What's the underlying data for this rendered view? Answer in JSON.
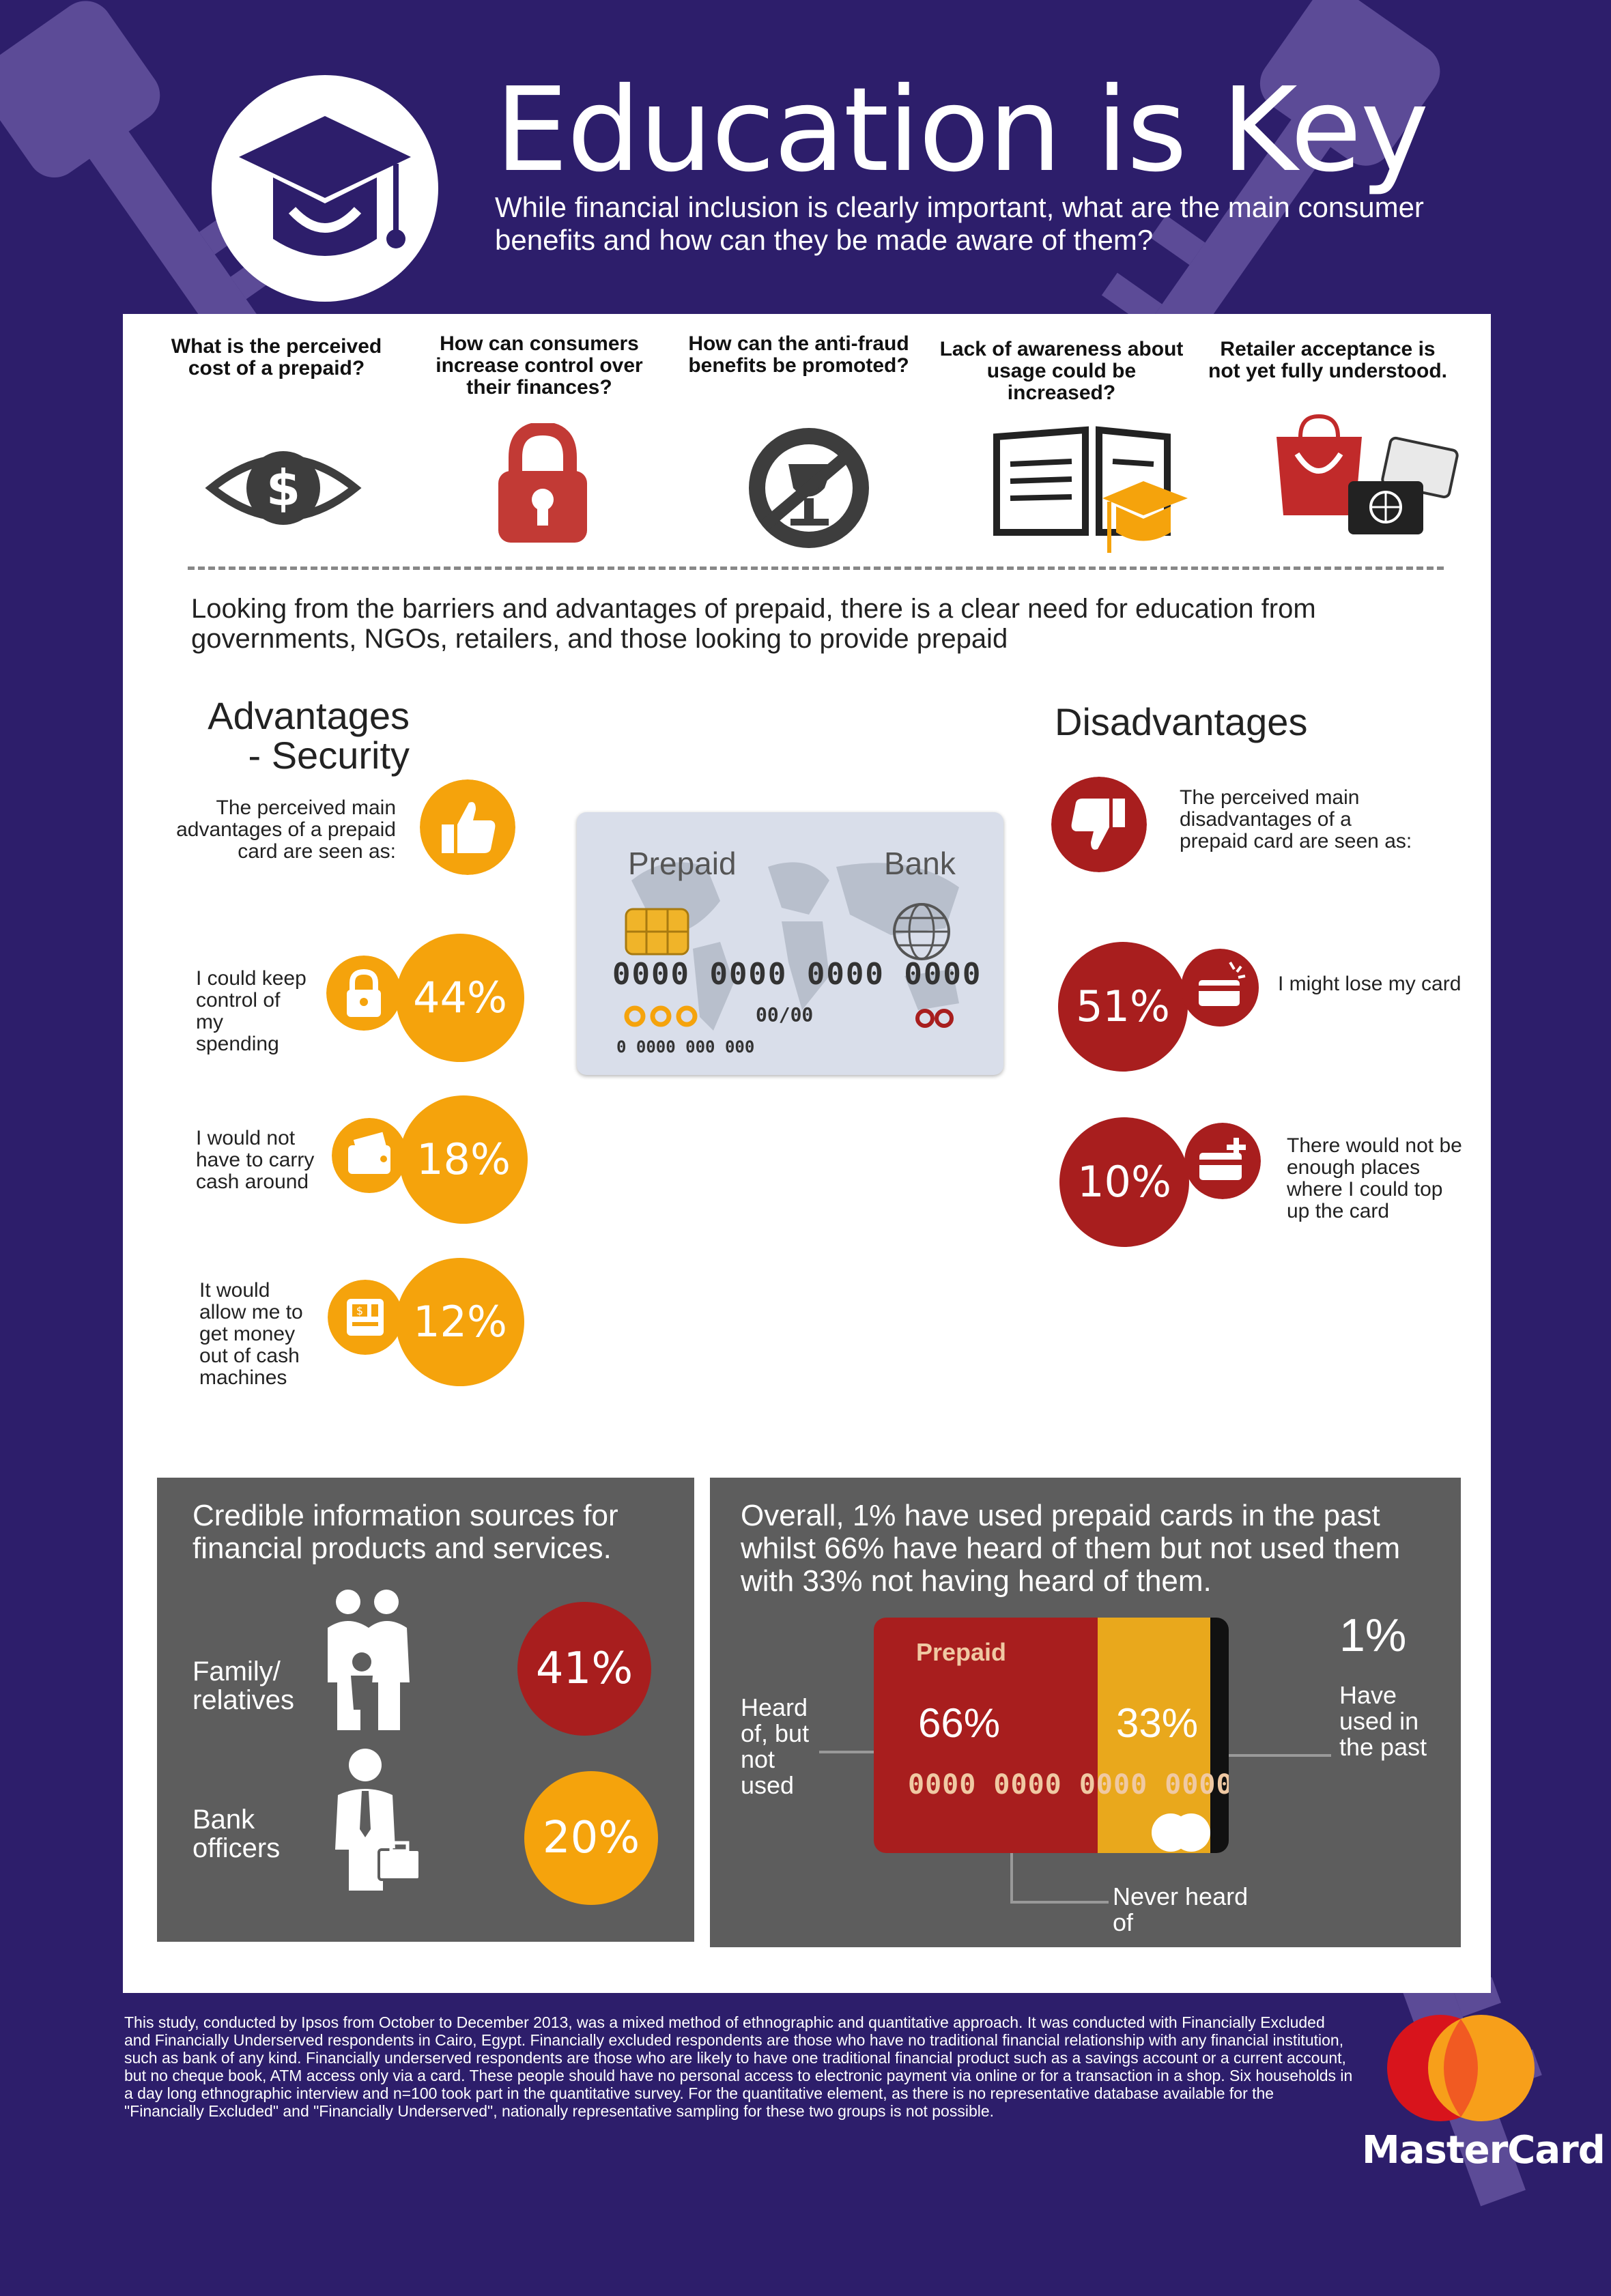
{
  "header": {
    "title": "Education is Key",
    "subtitle": "While financial inclusion is clearly important, what are the main consumer benefits and how can they be made aware of them?"
  },
  "questions": [
    {
      "text": "What is the perceived cost of a prepaid?",
      "icon": "eye-dollar-icon"
    },
    {
      "text": "How can consumers increase control over their finances?",
      "icon": "padlock-icon"
    },
    {
      "text": "How can the anti-fraud benefits be promoted?",
      "icon": "no-fraud-icon"
    },
    {
      "text": "Lack of awareness about usage could be increased?",
      "icon": "book-graduation-icon"
    },
    {
      "text": "Retailer acceptance is not yet fully understood.",
      "icon": "shopping-bag-card-icon"
    }
  ],
  "intro": "Looking from the barriers and advantages of prepaid, there is a clear need for education from governments, NGOs, retailers, and those looking to provide prepaid",
  "advantages": {
    "title_line1": "Advantages",
    "title_line2": "- Security",
    "note": "The perceived main advantages of a prepaid card are seen as:",
    "items": [
      {
        "label": "I could keep control of my spending",
        "value": "44%",
        "icon": "lock-icon"
      },
      {
        "label": "I would not have to carry cash around",
        "value": "18%",
        "icon": "wallet-icon"
      },
      {
        "label": "It would allow me to get money out of cash machines",
        "value": "12%",
        "icon": "atm-icon"
      }
    ]
  },
  "disadvantages": {
    "title": "Disadvantages",
    "note": "The perceived main disadvantages of a prepaid card are seen as:",
    "items": [
      {
        "label": "I might lose my card",
        "value": "51%",
        "icon": "lost-card-icon"
      },
      {
        "label": "There would not be enough places where I could top up the card",
        "value": "10%",
        "icon": "card-plus-icon"
      }
    ]
  },
  "card": {
    "prepaid": "Prepaid",
    "bank": "Bank",
    "number": "0000 0000 0000 0000",
    "expiry": "00/00",
    "small_number": "0 0000 000 000"
  },
  "sources": {
    "title": "Credible information sources for financial products and services.",
    "items": [
      {
        "label_line1": "Family/",
        "label_line2": "relatives",
        "value": "41%"
      },
      {
        "label_line1": "Bank",
        "label_line2": "officers",
        "value": "20%"
      }
    ]
  },
  "usage": {
    "title": "Overall, 1% have used prepaid cards in the past whilst 66% have heard of them but not used them with 33% not having heard of them.",
    "card_label": "Prepaid",
    "card_number": "0000 0000 0000 0000",
    "heard_not_used_label": "Heard of, but not used",
    "never_heard_label": "Never heard of",
    "used_label": "Have used in the past",
    "segments": [
      {
        "value": "66%",
        "fraction": 0.66,
        "color": "#a81e1e"
      },
      {
        "value": "33%",
        "fraction": 0.33,
        "color": "#e9a81c"
      },
      {
        "value": "1%",
        "fraction": 0.01,
        "color": "#111111"
      }
    ]
  },
  "footer": "This study, conducted by Ipsos from October to December 2013, was a mixed method of ethnographic and quantitative approach. It was conducted with Financially Excluded and Financially Underserved respondents in Cairo, Egypt. Financially excluded respondents are those who have no traditional financial relationship with any financial institution, such as bank of any kind. Financially underserved respondents are those who are likely to have one traditional financial product such as a savings account or a current account, but no cheque book, ATM access only via a card. These people should have no personal access to electronic payment via online or for a transaction in a shop. Six households in a day long ethnographic interview and n=100 took part in the quantitative survey. For the quantitative element, as there is no representative database available for the \"Financially Excluded\" and \"Financially Underserved\", nationally representative sampling for these two groups is not possible.",
  "brand": "MasterCard",
  "colors": {
    "background": "#2d1e6b",
    "key": "#8c79c4",
    "orange": "#f5a30c",
    "red": "#a81e1e",
    "gray": "#5d5d5d"
  }
}
